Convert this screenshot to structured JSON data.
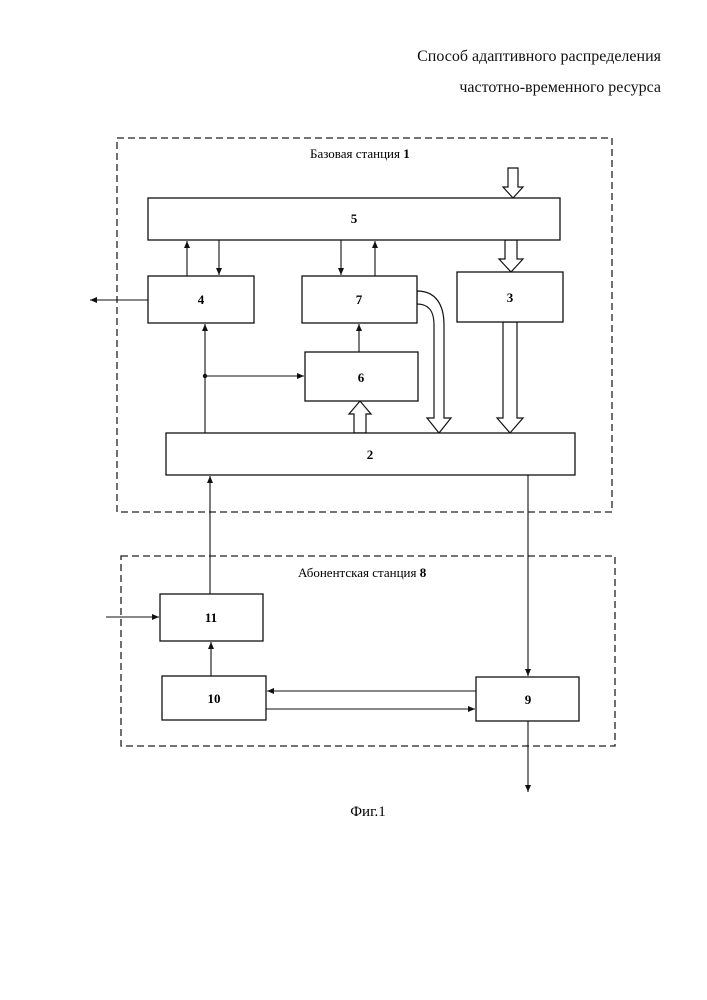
{
  "header": {
    "line1": "Способ адаптивного распределения",
    "line2": "частотно-временного ресурса"
  },
  "diagram": {
    "base_station": {
      "caption": "Базовая станция ",
      "number": "1"
    },
    "subscriber_station": {
      "caption": "Абонентская станция ",
      "number": "8"
    },
    "blocks": {
      "b2": "2",
      "b3": "3",
      "b4": "4",
      "b5": "5",
      "b6": "6",
      "b7": "7",
      "b9": "9",
      "b10": "10",
      "b11": "11"
    }
  },
  "figure_caption": "Фиг.1"
}
